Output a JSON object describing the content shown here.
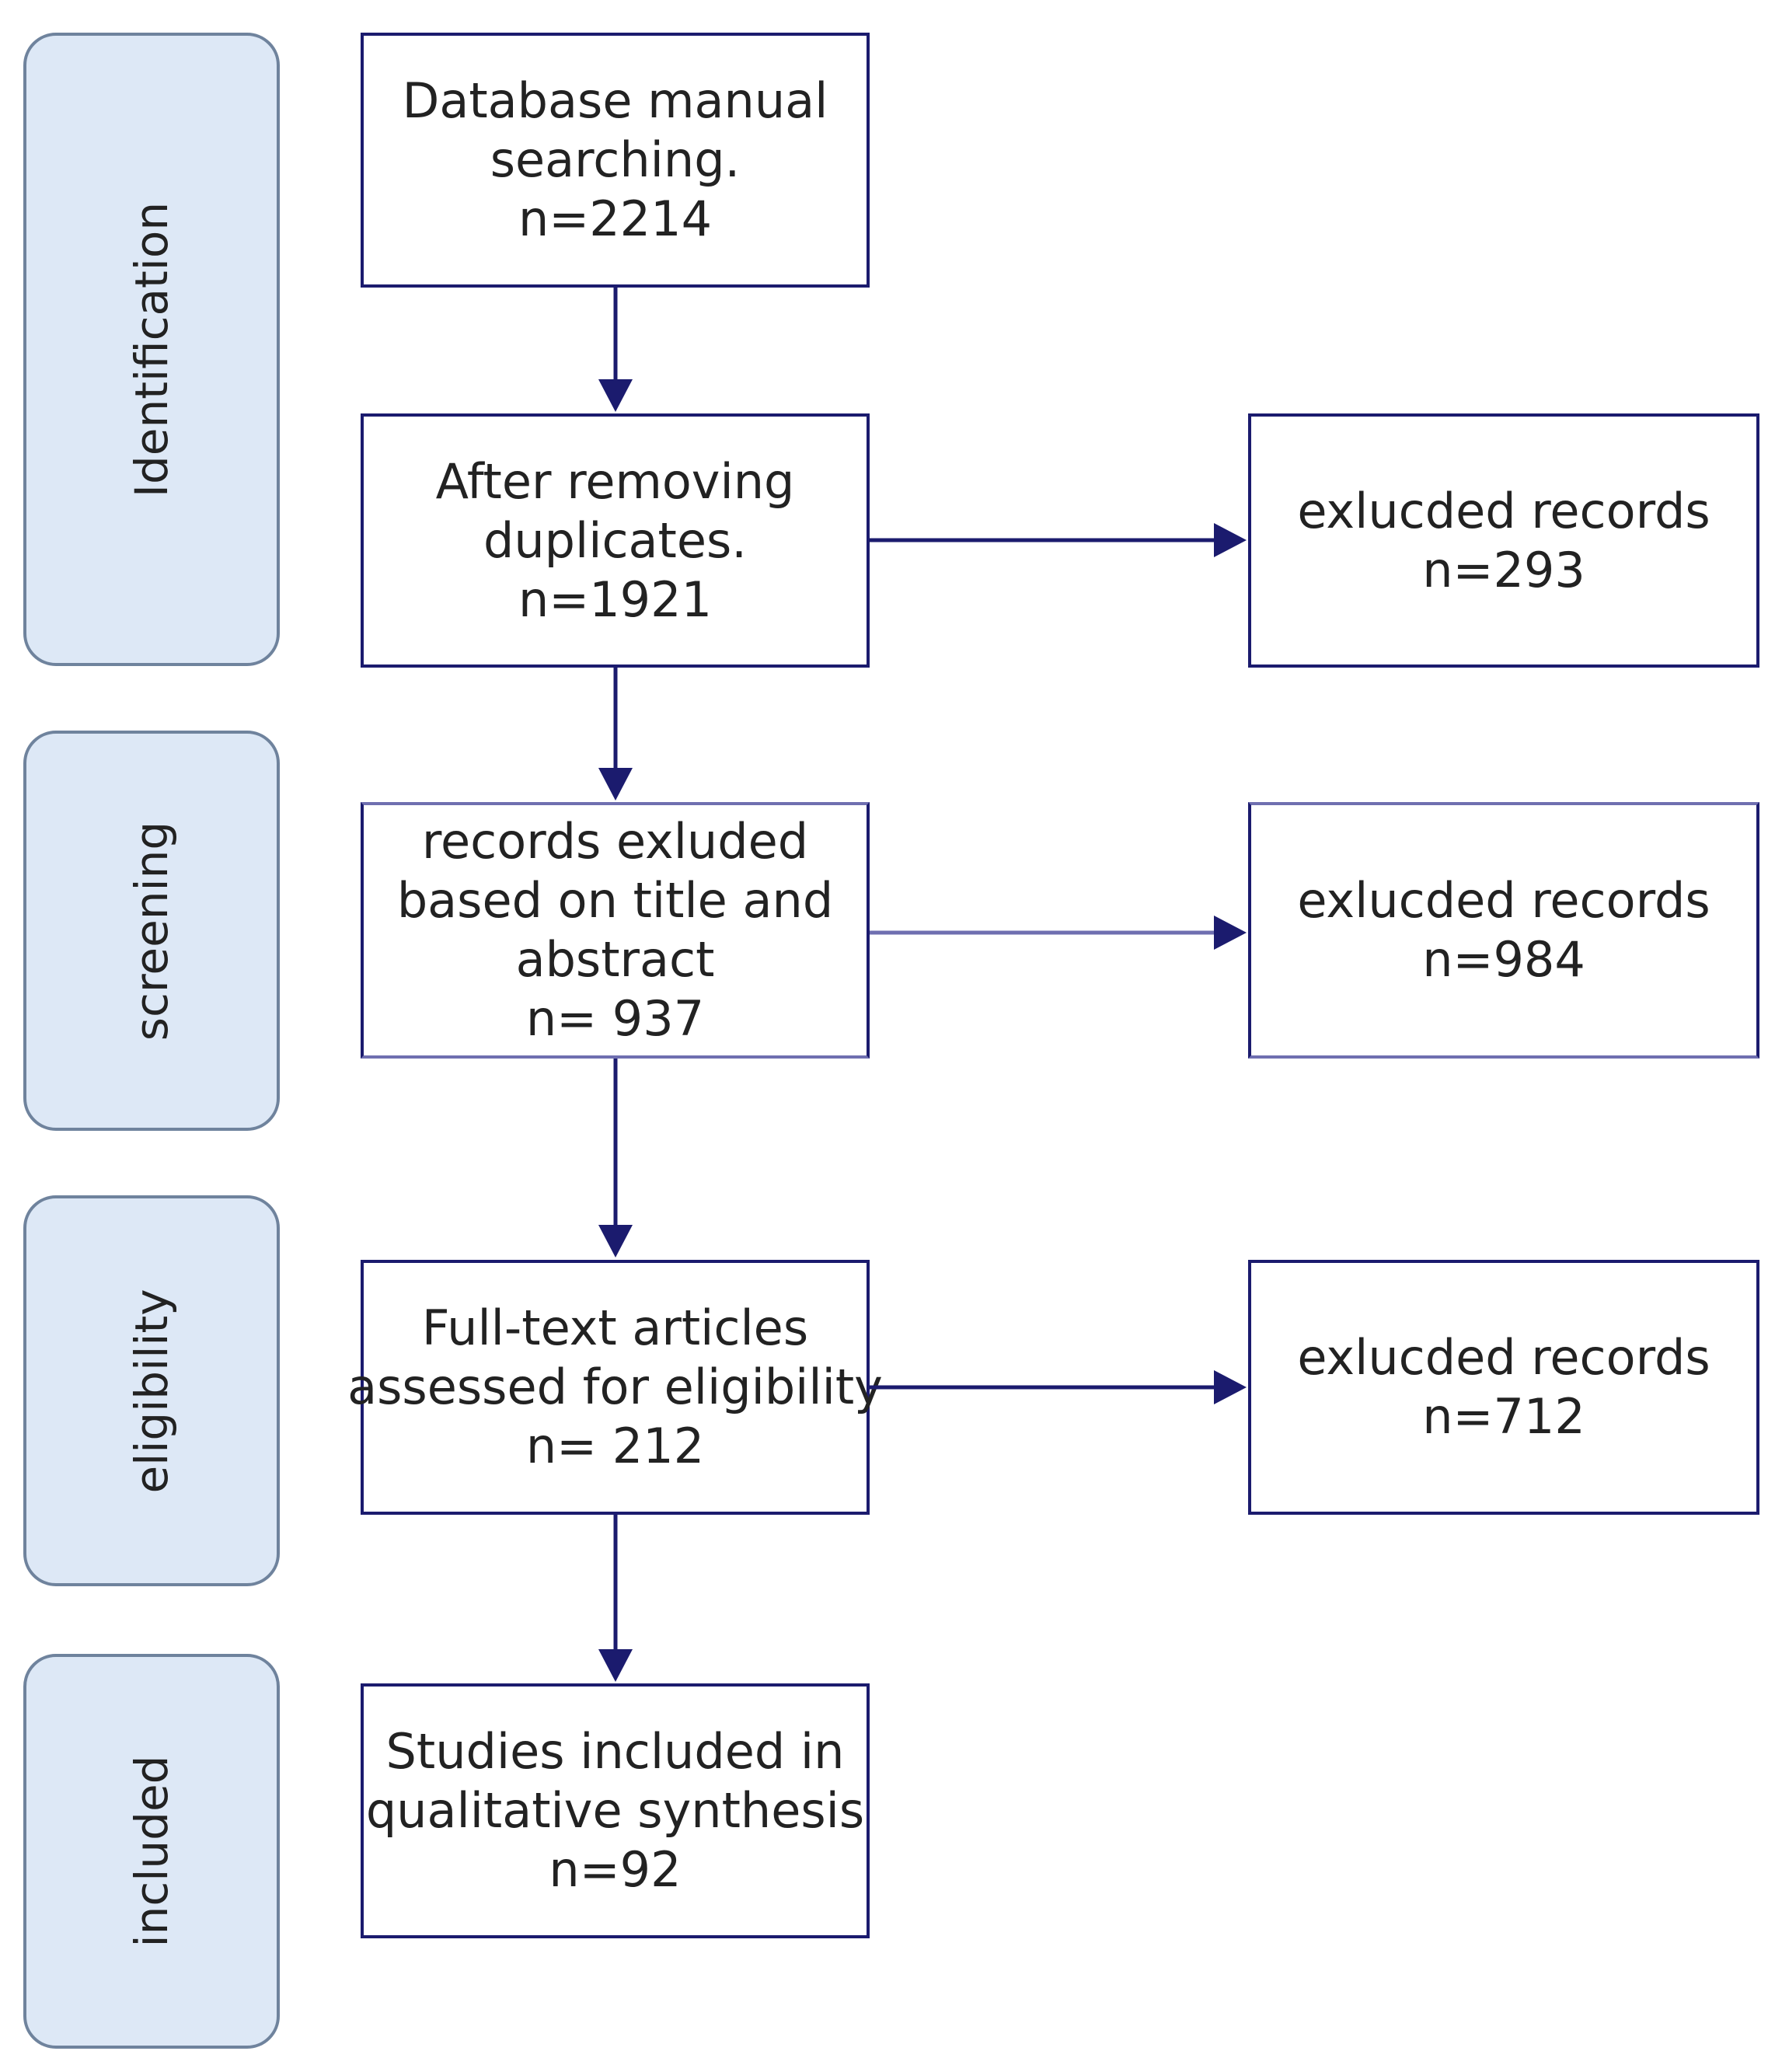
{
  "stages": {
    "identification": "Identification",
    "screening": "screening",
    "eligibility": "eligibility",
    "included": "included"
  },
  "boxes": {
    "database": {
      "line1": "Database manual",
      "line2": "searching.",
      "line3": "n=2214"
    },
    "duplicates": {
      "line1": "After removing",
      "line2": "duplicates.",
      "line3": "n=1921"
    },
    "title_abstract": {
      "line1": "records exluded",
      "line2": "based on title and",
      "line3": "abstract",
      "line4": "n= 937"
    },
    "fulltext": {
      "line1": "Full-text articles",
      "line2": "assessed for eligibility",
      "line3": "n= 212"
    },
    "included": {
      "line1": "Studies included in",
      "line2": "qualitative synthesis",
      "line3": "n=92"
    },
    "excluded_1": {
      "line1": "exlucded records",
      "line2": "n=293"
    },
    "excluded_2": {
      "line1": "exlucded records",
      "line2": "n=984"
    },
    "excluded_3": {
      "line1": "exlucded records",
      "line2": "n=712"
    }
  },
  "colors": {
    "stage_fill": "#dde8f6",
    "stage_border": "#6f839d",
    "box_border": "#1b1b6e",
    "arrow": "#1b1b6e",
    "arrow_light": "#6f6fb0"
  }
}
